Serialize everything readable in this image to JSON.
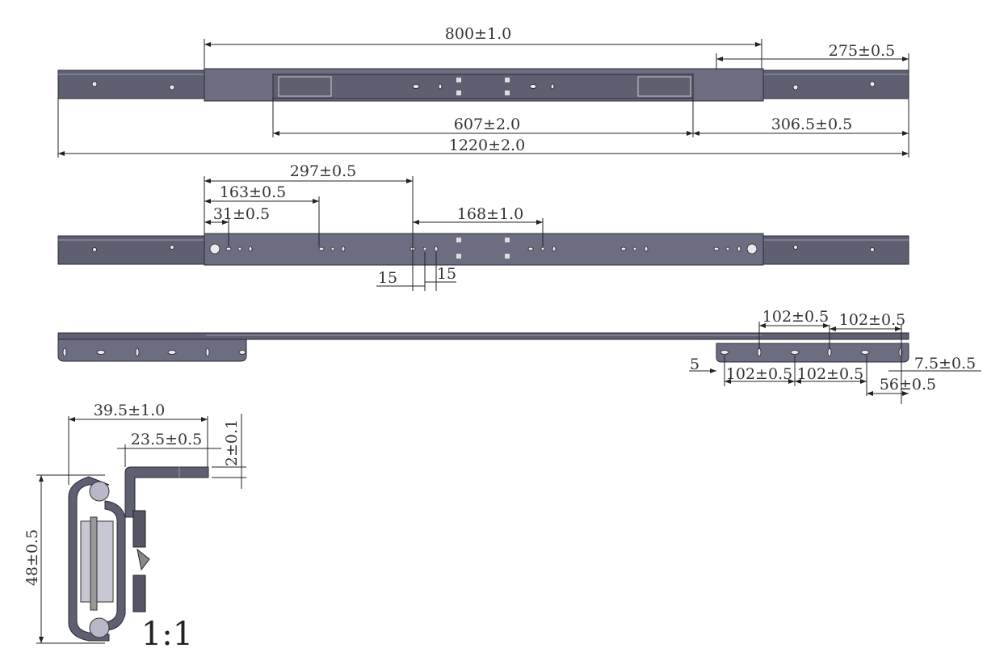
{
  "views": {
    "top": {
      "dims": [
        "800±1.0",
        "275±0.5",
        "607±2.0",
        "306.5±0.5",
        "1220±2.0"
      ]
    },
    "side": {
      "dims": [
        "297±0.5",
        "163±0.5",
        "31±0.5",
        "168±1.0",
        "15",
        "15"
      ]
    },
    "bottom": {
      "dims": [
        "102±0.5",
        "102±0.5",
        "5",
        "102±0.5",
        "102±0.5",
        "7.5±0.5",
        "56±0.5"
      ]
    },
    "section": {
      "dims": [
        "39.5±1.0",
        "23.5±0.5",
        "2±0.1",
        "48±0.5"
      ],
      "scale": "1:1"
    }
  },
  "colors": {
    "rail": "#5e5f70",
    "line": "#222222"
  }
}
